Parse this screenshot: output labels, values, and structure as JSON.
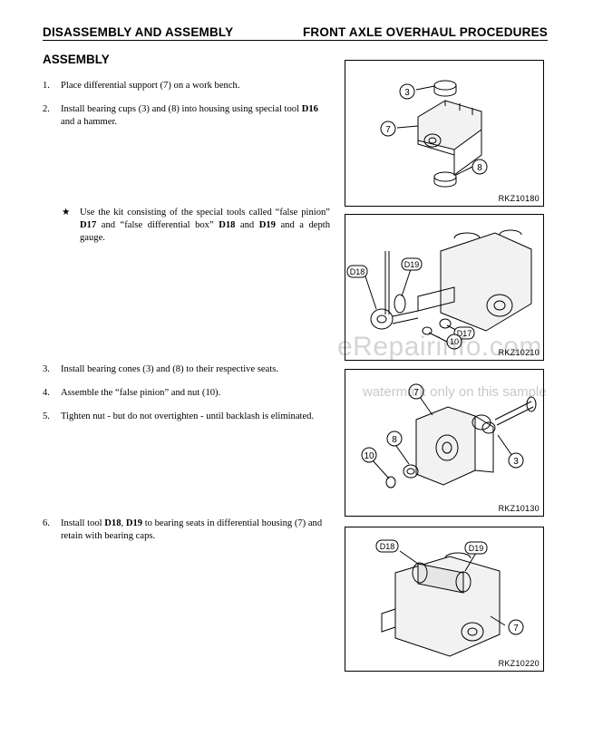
{
  "header": {
    "left": "DISASSEMBLY AND ASSEMBLY",
    "right": "FRONT AXLE OVERHAUL PROCEDURES"
  },
  "section_title": "ASSEMBLY",
  "steps": [
    {
      "num": "1.",
      "text": "Place differential support (7) on a work bench."
    },
    {
      "num": "2.",
      "pre": "Install bearing cups (3) and (8) into housing using special tool ",
      "bold": "D16",
      "post": " and a hammer."
    },
    {
      "num": "3.",
      "text": "Install bearing cones (3) and (8) to their respective seats."
    },
    {
      "num": "4.",
      "text": "Assemble the “false pinion” and nut (10)."
    },
    {
      "num": "5.",
      "text": "Tighten nut - but do not overtighten - until backlash is eliminated."
    },
    {
      "num": "6.",
      "pre": "Install tool ",
      "bold": "D18",
      "mid": ", ",
      "bold2": "D19",
      "post": " to bearing seats in differential housing (7) and retain with bearing caps."
    }
  ],
  "note": {
    "star": "★",
    "p1": "Use the kit consisting of the special tools called “false pinion” ",
    "b1": "D17",
    "p2": " and “false differential box” ",
    "b2": "D18",
    "p3": " and ",
    "b3": "D19",
    "p4": " and a depth gauge."
  },
  "figures": [
    {
      "code": "RKZ10180",
      "callouts": [
        "3",
        "7",
        "8"
      ]
    },
    {
      "code": "RKZ10210",
      "callouts": [
        "D18",
        "D19",
        "D17",
        "10"
      ]
    },
    {
      "code": "RKZ10130",
      "callouts": [
        "7",
        "8",
        "10",
        "3"
      ]
    },
    {
      "code": "RKZ10220",
      "callouts": [
        "D18",
        "D19",
        "7"
      ]
    }
  ],
  "watermark": {
    "brand": "eRepairinfo.com",
    "notice": "watermark only on this sample"
  }
}
